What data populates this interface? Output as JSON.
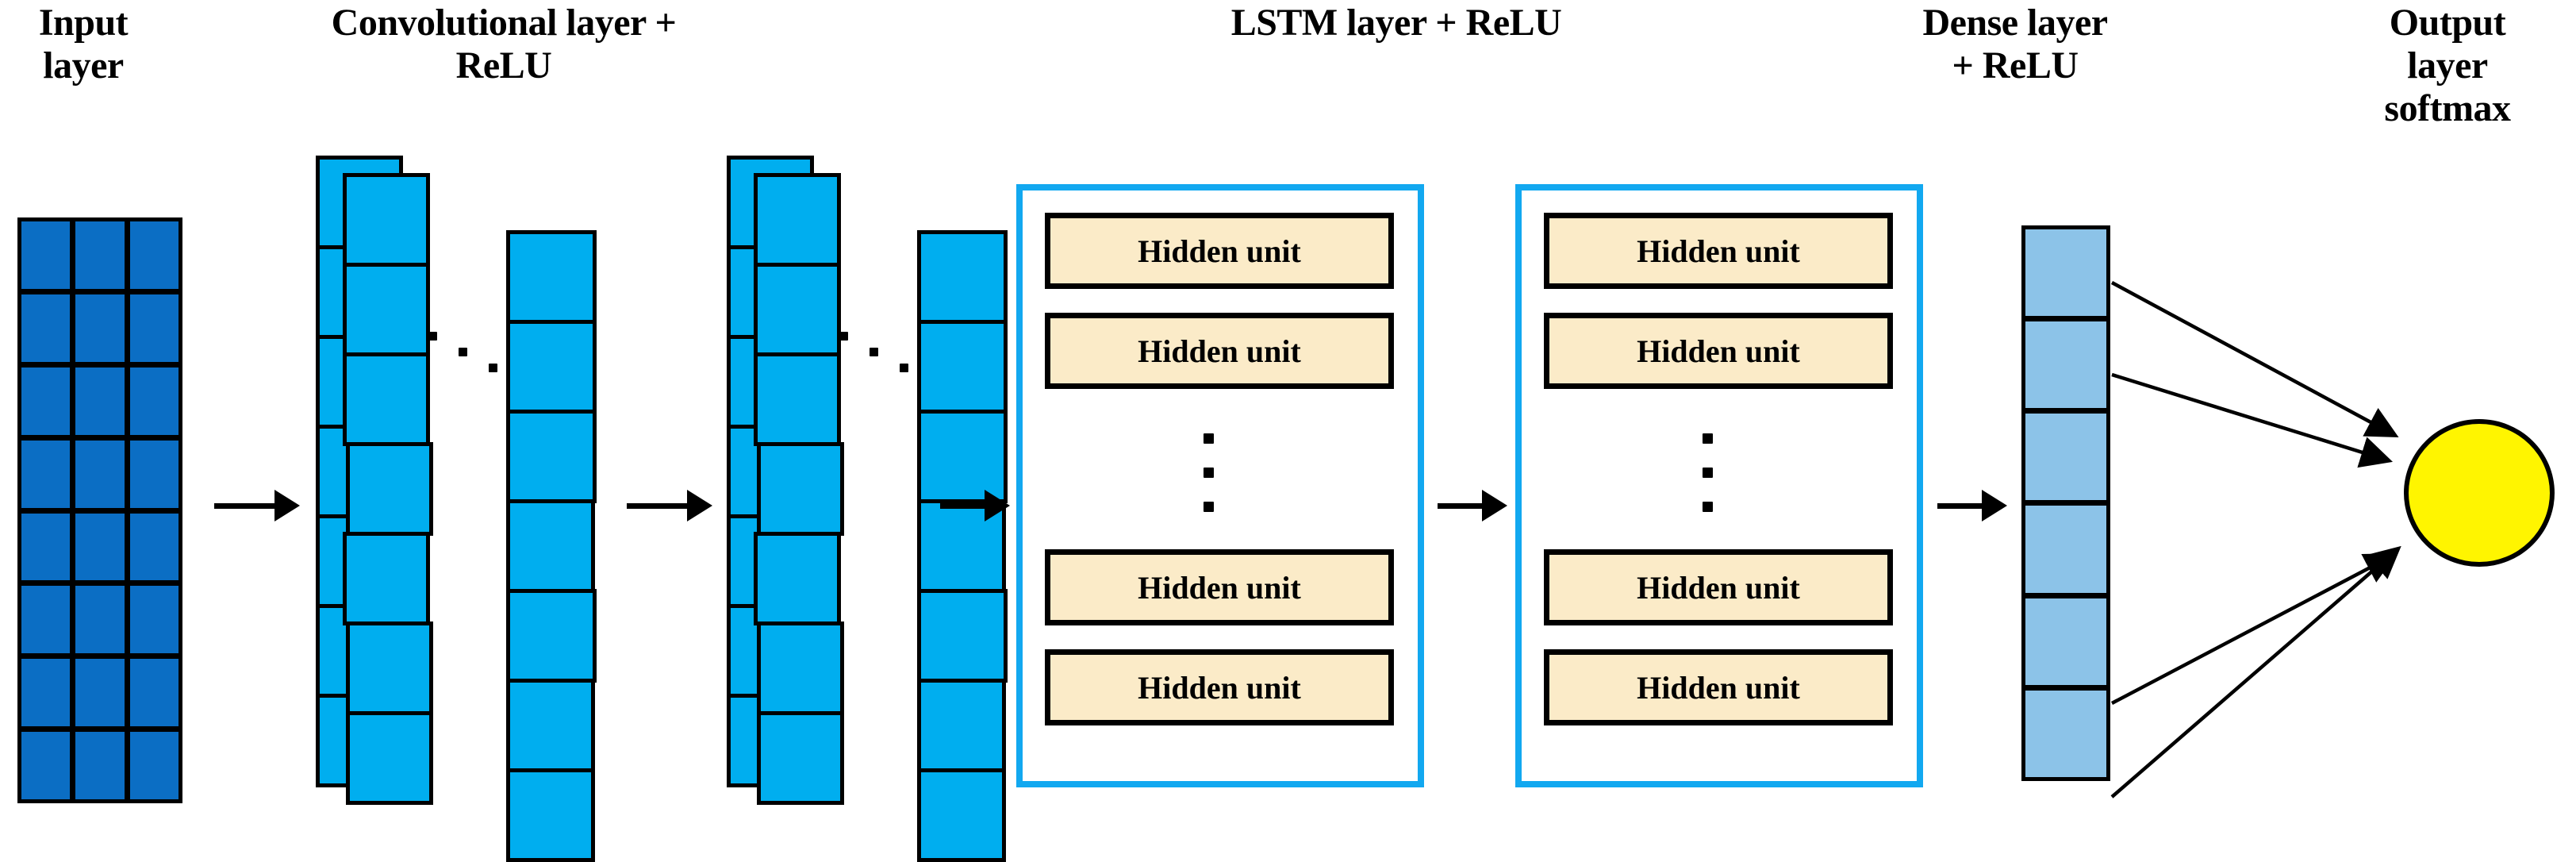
{
  "diagram": {
    "title": "CNN-LSTM network architecture diagram",
    "background": "#ffffff",
    "colors": {
      "input_block": "#0B6EC4",
      "conv_block": "#00AEEF",
      "lstm_border": "#12A8F0",
      "hidden_unit_fill": "#FBEBC8",
      "dense_block": "#8CC3E8",
      "output_node": "#FFF500",
      "outline": "#000000"
    }
  },
  "headings": {
    "input": "Input\nlayer",
    "conv": "Convolutional layer +\nReLU",
    "lstm": "LSTM layer + ReLU",
    "dense": "Dense layer\n+ ReLU",
    "output": "Output\nlayer\nsoftmax"
  },
  "layers": {
    "input": {
      "name": "Input layer",
      "columns": 3,
      "rows": 8
    },
    "conv": {
      "name": "Convolutional layer + ReLU",
      "stacks": [
        {
          "id": "conv-stack-a-back",
          "blocks": 7
        },
        {
          "id": "conv-stack-a-front",
          "blocks": 7
        },
        {
          "id": "conv-stack-b-single",
          "blocks": 7
        },
        {
          "id": "conv-stack-c-back",
          "blocks": 7
        },
        {
          "id": "conv-stack-c-front",
          "blocks": 7
        },
        {
          "id": "conv-stack-d-single",
          "blocks": 7
        }
      ],
      "ellipsis_groups": 2,
      "ellipsis_dots": 3
    },
    "lstm": {
      "name": "LSTM layer + ReLU",
      "groups": [
        {
          "id": "lstm-group-1",
          "units_top": [
            "Hidden unit",
            "Hidden unit"
          ],
          "ellipsis_dots": 3,
          "units_bottom": [
            "Hidden unit",
            "Hidden unit"
          ]
        },
        {
          "id": "lstm-group-2",
          "units_top": [
            "Hidden unit",
            "Hidden unit"
          ],
          "ellipsis_dots": 3,
          "units_bottom": [
            "Hidden unit",
            "Hidden unit"
          ]
        }
      ]
    },
    "dense": {
      "name": "Dense layer + ReLU",
      "cells": 6
    },
    "output": {
      "name": "Output layer softmax",
      "nodes": 1,
      "incoming_edges": 4
    }
  },
  "flow_arrows": [
    {
      "id": "arrow-input-to-conv1"
    },
    {
      "id": "arrow-conv1-to-conv2"
    },
    {
      "id": "arrow-conv2-to-lstm1"
    },
    {
      "id": "arrow-lstm1-to-lstm2"
    },
    {
      "id": "arrow-lstm2-to-dense"
    }
  ],
  "labels": {
    "hidden_unit": "Hidden unit"
  }
}
